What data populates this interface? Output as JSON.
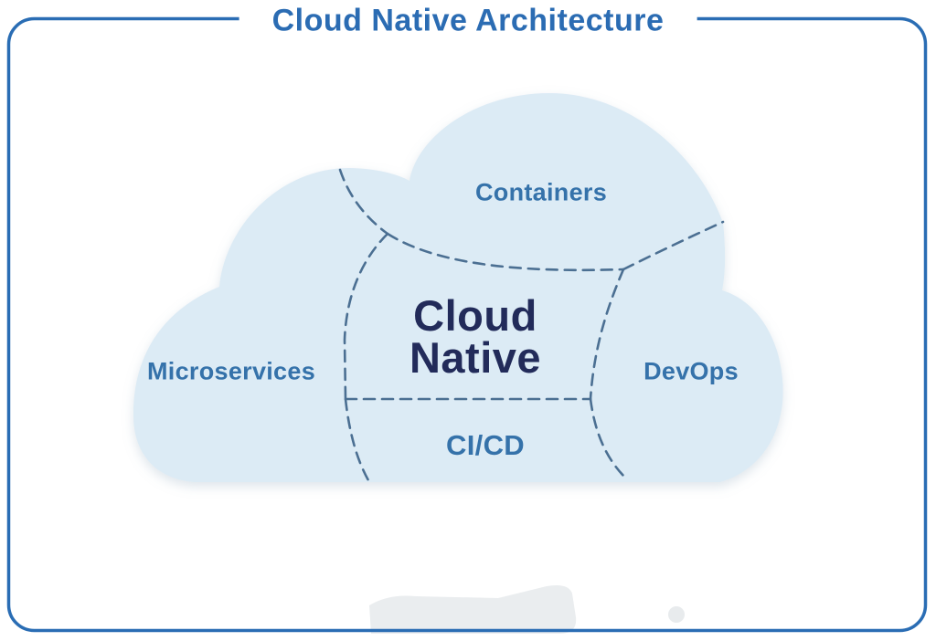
{
  "title": "Cloud Native Architecture",
  "cloud": {
    "center_title_line1": "Cloud",
    "center_title_line2": "Native",
    "regions": {
      "top": "Containers",
      "left": "Microservices",
      "right": "DevOps",
      "bottom": "CI/CD"
    }
  },
  "colors": {
    "border_blue": "#2a6db4",
    "title_blue": "#2b6cb3",
    "region_label_blue": "#3572aa",
    "center_navy": "#222b5a",
    "cloud_fill": "#dcebf5",
    "dashed_line": "#4b6f92",
    "smudge_gray": "#eaedef"
  }
}
